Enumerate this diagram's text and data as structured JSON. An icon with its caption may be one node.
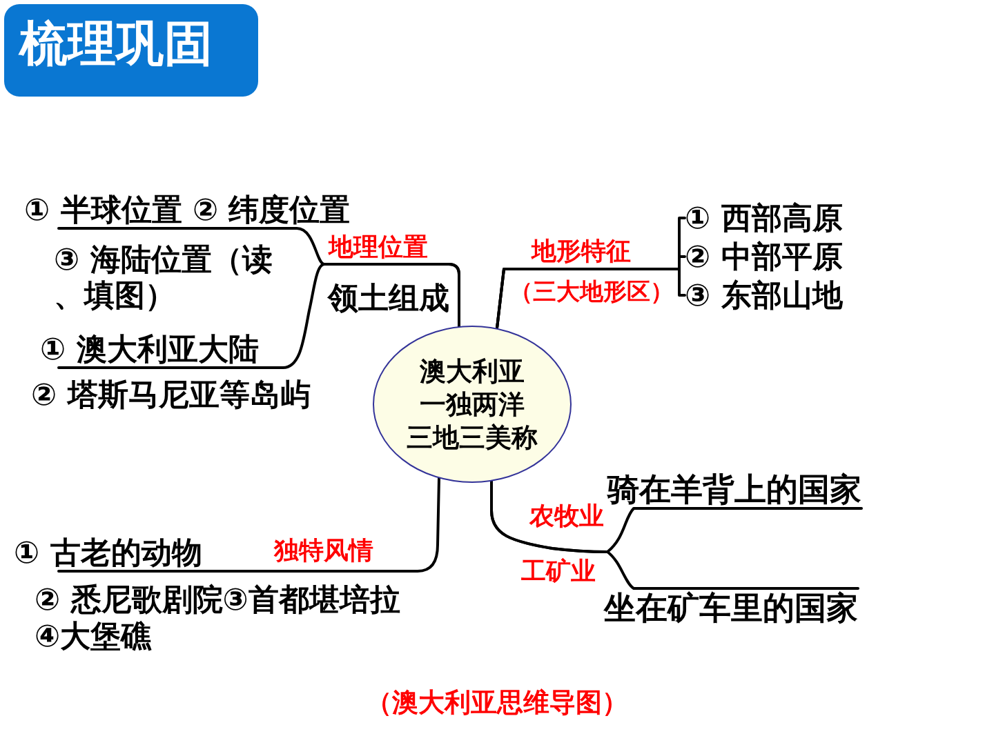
{
  "diagram": {
    "title": "梳理巩固",
    "caption": "（澳大利亚思维导图）",
    "nodes": [
      {
        "text": [
          "澳大利亚",
          "一独两洋",
          "三地三美称"
        ]
      },
      {
        "text": [
          "① 半球位置 ② 纬度位置"
        ]
      },
      {
        "text": [
          "① 澳大利亚大陆"
        ]
      },
      {
        "text": [
          "① 西部高原"
        ]
      },
      {
        "text": [
          "② 中部平原"
        ]
      },
      {
        "text": [
          "③ 东部山地"
        ]
      },
      {
        "text": [
          "① 古老的动物"
        ]
      },
      {
        "text": [
          "骑在羊背上的国家"
        ]
      },
      {
        "text": [
          "坐在矿车里的国家"
        ]
      }
    ],
    "edges": [
      {
        "from": 0,
        "to": 1,
        "arrow": "none",
        "label": "地理位置"
      },
      {
        "from": 0,
        "to": 2,
        "arrow": "none",
        "label": "领土组成"
      },
      {
        "from": 0,
        "to": 3,
        "arrow": "none",
        "label": "地形特征"
      },
      {
        "from": 0,
        "to": 4,
        "arrow": "none"
      },
      {
        "from": 0,
        "to": 5,
        "arrow": "none",
        "label": "（三大地形区）"
      },
      {
        "from": 0,
        "to": 6,
        "arrow": "none",
        "label": "独特风情"
      },
      {
        "from": 0,
        "to": 7,
        "arrow": "none",
        "label": "农牧业"
      },
      {
        "from": 0,
        "to": 8,
        "arrow": "none",
        "label": "工矿业"
      }
    ],
    "labels": [
      "③ 海陆位置（读、填图）",
      "② 塔斯马尼亚等岛屿",
      "② 悉尼歌剧院③首都堪培拉④大堡礁"
    ]
  }
}
